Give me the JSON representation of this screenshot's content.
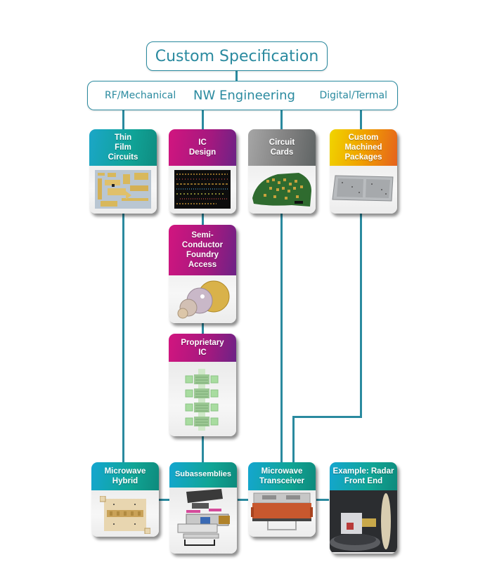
{
  "header": {
    "top_title": "Custom Specification",
    "engineering": {
      "left": "RF/Mechanical",
      "center": "NW Engineering",
      "right": "Digital/Termal"
    }
  },
  "cards": {
    "thin_film": {
      "title": "Thin\nFilm\nCircuits",
      "image": "thin-film-circuit-photo"
    },
    "ic_design": {
      "title": "IC\nDesign",
      "image": "ic-layout-photo"
    },
    "circuit_cards": {
      "title": "Circuit\nCards",
      "image": "circuit-board-photo"
    },
    "machined_packages": {
      "title": "Custom\nMachined\nPackages",
      "image": "machined-housing-photo"
    },
    "foundry": {
      "title": "Semi-\nConductor\nFoundry\nAccess",
      "image": "wafers-photo"
    },
    "proprietary_ic": {
      "title": "Proprietary\nIC",
      "image": "ic-die-layout"
    },
    "microwave_hybrid": {
      "title": "Microwave\nHybrid",
      "image": "hybrid-module-photo"
    },
    "subassemblies": {
      "title": "Subassemblies",
      "image": "exploded-assembly-render"
    },
    "transceiver": {
      "title": "Microwave\nTransceiver",
      "image": "transceiver-unit-photo"
    },
    "radar": {
      "title": "Example: Radar\nFront End",
      "image": "radar-front-end-photo"
    }
  },
  "colors": {
    "connector": "#2a8a9f",
    "teal": "#10a397",
    "magenta": "#a3197f",
    "grey": "#7d7d7d",
    "orange": "#f0a000"
  }
}
